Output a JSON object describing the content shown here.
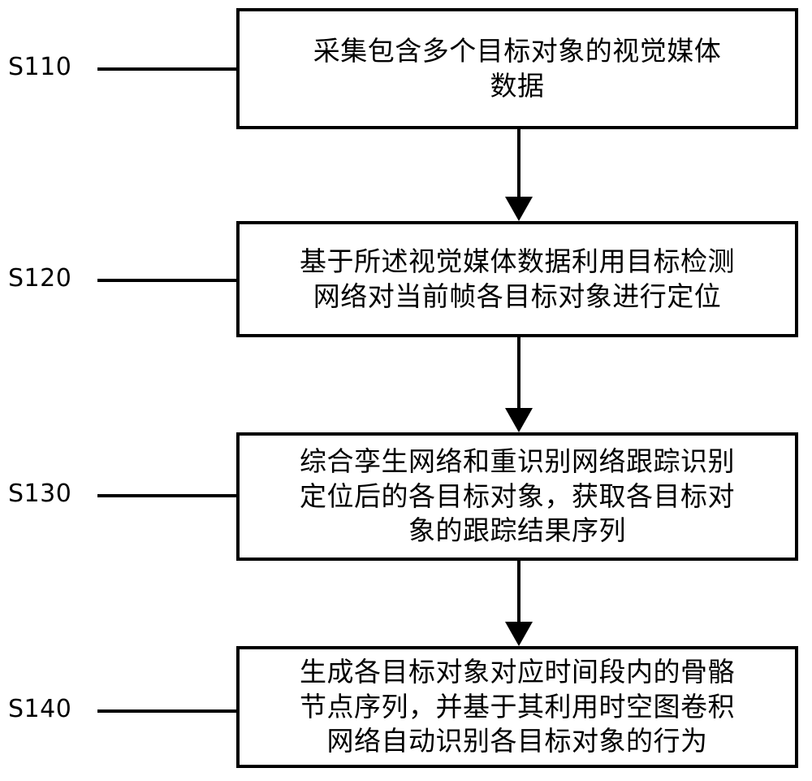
{
  "diagram": {
    "type": "flowchart",
    "orientation": "vertical",
    "background_color": "#ffffff",
    "line_color": "#000000",
    "box_fill": "#ffffff",
    "steps": [
      {
        "label": "S110",
        "text": "采集包含多个目标对象的视觉媒体\n数据"
      },
      {
        "label": "S120",
        "text": "基于所述视觉媒体数据利用目标检测\n网络对当前帧各目标对象进行定位"
      },
      {
        "label": "S130",
        "text": "综合孪生网络和重识别网络跟踪识别\n定位后的各目标对象，获取各目标对\n象的跟踪结果序列"
      },
      {
        "label": "S140",
        "text": "生成各目标对象对应时间段内的骨骼\n节点序列，并基于其利用时空图卷积\n网络自动识别各目标对象的行为"
      }
    ],
    "connectors": [
      {
        "from": "S110",
        "to": "S120",
        "arrow": "down"
      },
      {
        "from": "S120",
        "to": "S130",
        "arrow": "down"
      },
      {
        "from": "S130",
        "to": "S140",
        "arrow": "down"
      }
    ]
  }
}
